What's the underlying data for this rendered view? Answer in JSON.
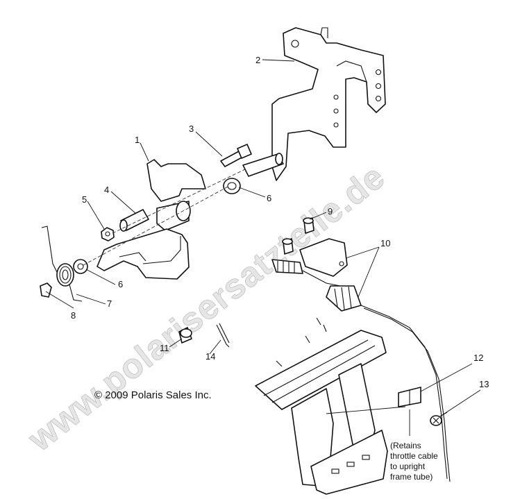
{
  "watermark": "www.polarisersatzteile.de",
  "copyright": "© 2009 Polaris Sales Inc.",
  "note_lines": [
    "(Retains",
    "throttle cable",
    "to upright",
    "frame tube)"
  ],
  "callouts": [
    "1",
    "2",
    "3",
    "4",
    "5",
    "6",
    "6",
    "7",
    "8",
    "9",
    "10",
    "11",
    "12",
    "13",
    "14"
  ]
}
